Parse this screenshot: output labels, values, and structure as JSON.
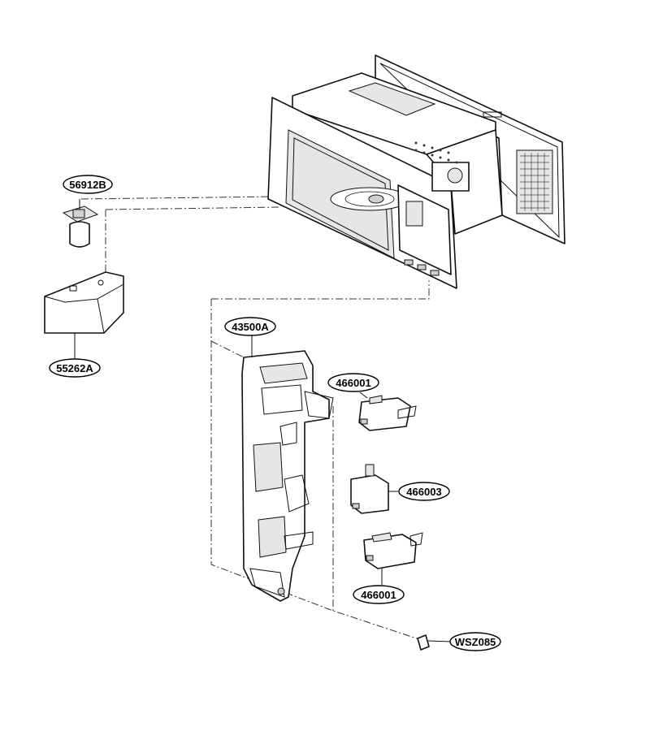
{
  "parts": [
    {
      "id": "p1",
      "label": "56912B",
      "name": "lamp-socket"
    },
    {
      "id": "p2",
      "label": "55262A",
      "name": "reflector-bracket"
    },
    {
      "id": "p3",
      "label": "43500A",
      "name": "latch-board"
    },
    {
      "id": "p4",
      "label": "466001",
      "name": "interlock-switch-upper"
    },
    {
      "id": "p5",
      "label": "466003",
      "name": "monitor-switch"
    },
    {
      "id": "p6",
      "label": "466001",
      "name": "interlock-switch-lower"
    },
    {
      "id": "p7",
      "label": "WSZ085",
      "name": "screw"
    }
  ]
}
